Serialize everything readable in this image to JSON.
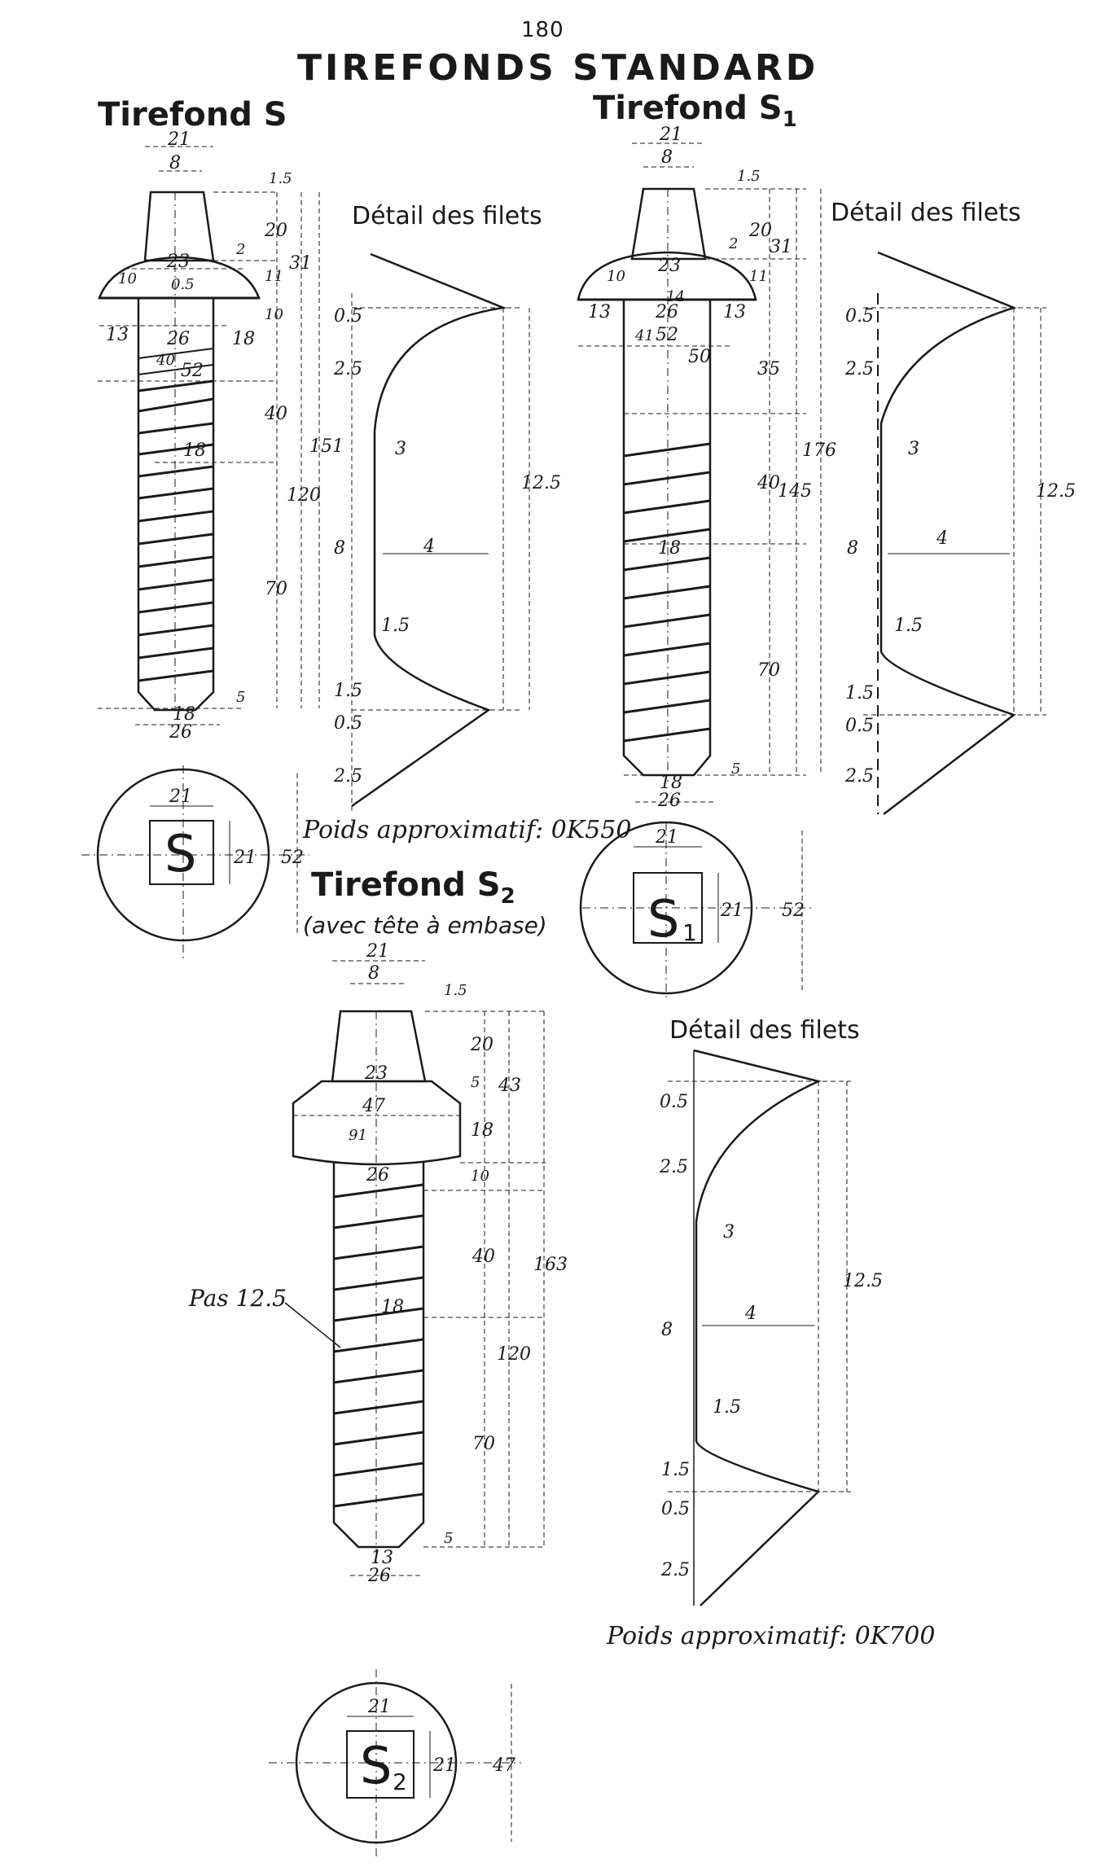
{
  "page_number": "180",
  "title": "TIREFONDS STANDARD",
  "figures": {
    "s": {
      "title": "Tirefond S",
      "weight": "Poids approximatif: 0K550",
      "mark": "S",
      "dims": {
        "head_top": "21",
        "head_flat": "8",
        "chamfer": "1.5",
        "head_h": "20",
        "collar": "23",
        "gap": "2",
        "r10": "10",
        "r05": "0.5",
        "d11": "11",
        "d31": "31",
        "d10": "10",
        "d13": "13",
        "d26": "26",
        "d18": "18",
        "d52": "52",
        "r40": "40",
        "r18": "18",
        "shank_40": "40",
        "shank_151": "151",
        "shank_120": "120",
        "shank_70": "70",
        "tip_5": "5",
        "tip_18": "18",
        "tip_26": "26"
      },
      "plan": {
        "d21": "21",
        "d21b": "21",
        "d52": "52"
      }
    },
    "s1": {
      "title": "Tirefond S",
      "title_sub": "1",
      "mark": "S",
      "mark_sub": "1",
      "dims": {
        "head_top": "21",
        "head_flat": "8",
        "chamfer": "1.5",
        "head_h": "20",
        "collar": "23",
        "gap": "2",
        "d11": "11",
        "d31": "31",
        "r10": "10",
        "d13a": "13",
        "d26": "26",
        "d13b": "13",
        "d14": "14",
        "d52": "52",
        "r41": "41",
        "d50": "50",
        "d35": "35",
        "d176": "176",
        "d40": "40",
        "d145": "145",
        "d18": "18",
        "d70": "70",
        "tip_5": "5",
        "tip_18": "18",
        "tip_26": "26"
      },
      "plan": {
        "d21": "21",
        "d21b": "21",
        "d52": "52"
      }
    },
    "s2": {
      "title": "Tirefond S",
      "title_sub": "2",
      "subtitle": "(avec tête à embase)",
      "pitch_label": "Pas 12.5",
      "weight": "Poids approximatif: 0K700",
      "mark": "S",
      "mark_sub": "2",
      "dims": {
        "head_top": "21",
        "head_flat": "8",
        "chamfer": "1.5",
        "head_h": "20",
        "collar": "23",
        "d47": "47",
        "r91": "91",
        "d5": "5",
        "d43": "43",
        "d18a": "18",
        "d26": "26",
        "d10": "10",
        "d40": "40",
        "d163": "163",
        "d18b": "18",
        "d120": "120",
        "d70": "70",
        "tip_5": "5",
        "tip_13": "13",
        "tip_26": "26"
      },
      "plan": {
        "d21": "21",
        "d21b": "21",
        "d47": "47"
      }
    }
  },
  "thread_detail": {
    "title": "Détail des filets",
    "dims": {
      "d05a": "0.5",
      "d25a": "2.5",
      "r3": "3",
      "d8": "8",
      "d4": "4",
      "r15": "1.5",
      "d15": "1.5",
      "d05b": "0.5",
      "d25b": "2.5",
      "d125": "12.5"
    }
  }
}
